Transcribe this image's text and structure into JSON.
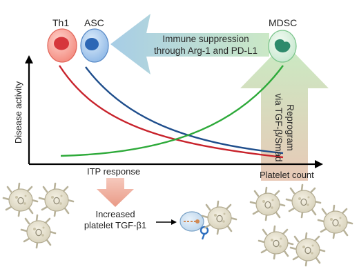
{
  "cells": {
    "th1": "Th1",
    "asc": "ASC",
    "mdsc": "MDSC"
  },
  "arrows": {
    "suppression_line1": "Immune suppression",
    "suppression_line2": "through Arg-1 and PD-L1",
    "reprogram_line1": "Reprogram",
    "reprogram_line2": "via TGF-β/Smad"
  },
  "axes": {
    "y_label": "Disease activity",
    "x_left_label": "ITP response",
    "x_right_label": "Platelet count"
  },
  "bottom": {
    "line1": "Increased",
    "line2": "platelet TGF-β1"
  },
  "colors": {
    "th1": "#c8232c",
    "asc": "#1f4e8c",
    "mdsc": "#2eaa3a",
    "suppress_arrow_left": "#a9cfe6",
    "suppress_arrow_right": "#c7e6c4",
    "reprogram_arrow_top": "#c9e9c4",
    "reprogram_arrow_bottom": "#e6c6b6",
    "down_arrow": "#f2b6a6"
  }
}
